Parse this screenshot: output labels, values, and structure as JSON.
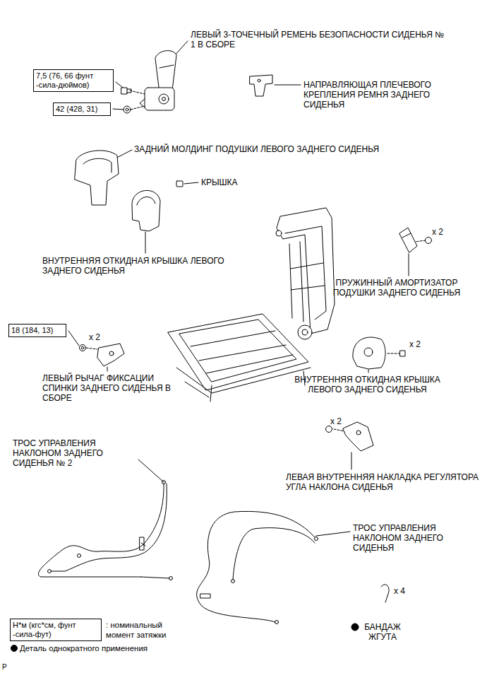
{
  "diagram": {
    "nodes": [
      {
        "text": [
          "7,5 (76, 66 фунт -сила-дюймов)"
        ]
      },
      {
        "text": [
          "42 (428, 31)"
        ]
      },
      {
        "text": [
          "18 (184, 13)"
        ]
      },
      {
        "text": [
          "Н*м (кгс*см, фунт -сила-фут)"
        ]
      }
    ],
    "labels": [
      "ЛЕВЫЙ 3-ТОЧЕЧНЫЙ РЕМЕНЬ БЕЗОПАСНОСТИ СИДЕНЬЯ № 1 В СБОРЕ",
      "НАПРАВЛЯЮЩАЯ ПЛЕЧЕВОГО КРЕПЛЕНИЯ РЕМНЯ ЗАДНЕГО СИДЕНЬЯ",
      "ЗАДНИЙ МОЛДИНГ ПОДУШКИ ЛЕВОГО ЗАДНЕГО СИДЕНЬЯ",
      "КРЫШКА",
      "x 2",
      "ВНУТРЕННЯЯ ОТКИДНАЯ КРЫШКА ЛЕВОГО ЗАДНЕГО СИДЕНЬЯ",
      "ПРУЖИННЫЙ АМОРТИЗАТОР ПОДУШКИ ЗАДНЕГО СИДЕНЬЯ",
      "x 2",
      "x 2",
      "ЛЕВЫЙ РЫЧАГ ФИКСАЦИИ СПИНКИ ЗАДНЕГО СИДЕНЬЯ В СБОРЕ",
      "ВНУТРЕННЯЯ ОТКИДНАЯ КРЫШКА ЛЕВОГО ЗАДНЕГО СИДЕНЬЯ",
      "x 2",
      "ТРОС УПРАВЛЕНИЯ НАКЛОНОМ ЗАДНЕГО СИДЕНЬЯ № 2",
      "ЛЕВАЯ ВНУТРЕННЯЯ НАКЛАДКА РЕГУЛЯТОРА УГЛА НАКЛОНА СИДЕНЬЯ",
      "ТРОС УПРАВЛЕНИЯ НАКЛОНОМ ЗАДНЕГО СИДЕНЬЯ",
      "x 4",
      "БАНДАЖ ЖГУТА",
      "P"
    ],
    "legend": [
      {
        "text": ": номинальный момент затяжки"
      },
      {
        "text": "Деталь однократного применения"
      }
    ]
  }
}
